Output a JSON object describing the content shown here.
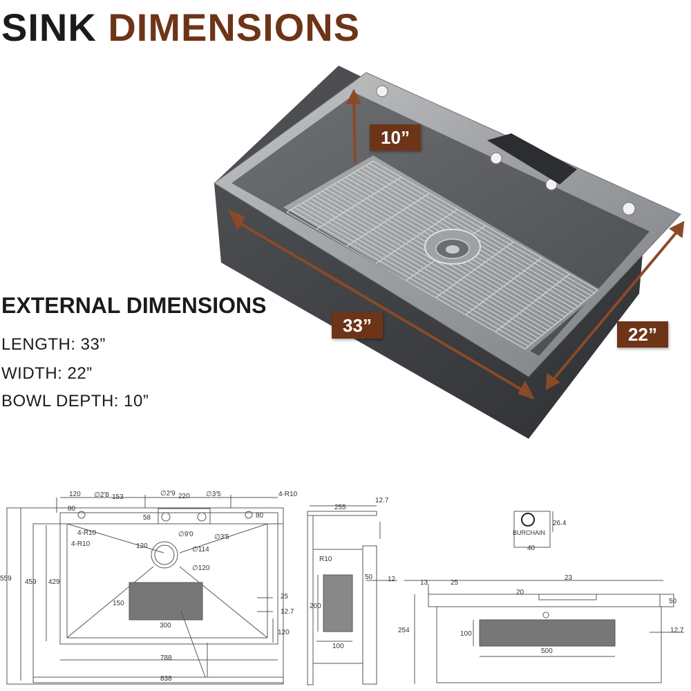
{
  "header": {
    "title_dark": "SINK",
    "title_accent": "DIMENSIONS"
  },
  "colors": {
    "accent": "#6e3418",
    "text": "#1b1b1b",
    "steel": "#8a8d90",
    "dark_steel": "#3b3d40"
  },
  "photo_labels": {
    "depth": "10”",
    "length": "33”",
    "width": "22”"
  },
  "external": {
    "heading": "EXTERNAL DIMENSIONS",
    "length": "LENGTH: 33”",
    "width": "WIDTH: 22”",
    "depth": "BOWL DEPTH: 10”"
  },
  "top_view": {
    "d120a": "120",
    "d28": "∅2′8",
    "d153": "153",
    "d29": "∅2′9",
    "d220": "220",
    "d35a": "∅3′5",
    "r4_10a": "4-R10",
    "d80a": "80",
    "d58": "58",
    "d80b": "80",
    "r4_10b": "4-R10",
    "r4_10c": "4-R10",
    "d120b": "120",
    "d90": "∅9′0",
    "d35b": "∅3′5",
    "d114": "∅114",
    "d120c": "∅120",
    "d559": "559",
    "d459": "459",
    "d429": "429",
    "d150": "150",
    "d300": "300",
    "d25": "25",
    "d12_7": "12.7",
    "d120d": "120",
    "d788": "788",
    "d838": "838"
  },
  "side_view": {
    "d255": "255",
    "d12_7": "12.7",
    "r10": "R10",
    "d50": "50",
    "d12": "12",
    "d200": "200",
    "d100": "100"
  },
  "logo": {
    "brand": "BURCHAIN",
    "d26_4": "26.4",
    "d40": "40"
  },
  "front_view": {
    "d13": "13",
    "d25": "25",
    "d23": "23",
    "d20": "20",
    "d50": "50",
    "d254": "254",
    "d100": "100",
    "d500": "500",
    "d12_7": "12.7"
  }
}
